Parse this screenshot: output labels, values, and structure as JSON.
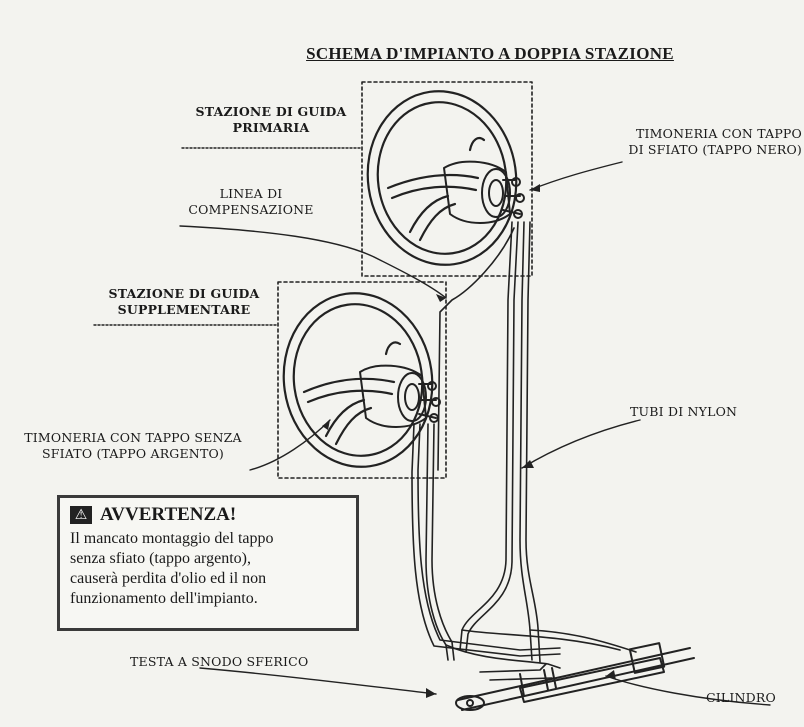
{
  "title": "SCHEMA D'IMPIANTO A DOPPIA STAZIONE",
  "labels": {
    "primary_station": [
      "STAZIONE DI GUIDA",
      "PRIMARIA"
    ],
    "vented_helm": [
      "TIMONERIA CON TAPPO",
      "DI SFIATO (TAPPO NERO)"
    ],
    "compensation_line": [
      "LINEA DI",
      "COMPENSAZIONE"
    ],
    "secondary_station": [
      "STAZIONE DI GUIDA",
      "SUPPLEMENTARE"
    ],
    "unvented_helm": [
      "TIMONERIA CON TAPPO SENZA",
      "SFIATO (TAPPO ARGENTO)"
    ],
    "nylon_tubes": "TUBI DI NYLON",
    "ball_joint": "TESTA A SNODO SFERICO",
    "cylinder": "CILINDRO"
  },
  "warning": {
    "icon": "warning-triangle-icon",
    "icon_glyph": "⚠",
    "heading": "AVVERTENZA!",
    "lines": [
      "Il mancato montaggio del tappo",
      "senza sfiato (tappo argento),",
      "causerà perdita d'olio ed il non",
      "funzionamento dell'impianto."
    ]
  }
}
